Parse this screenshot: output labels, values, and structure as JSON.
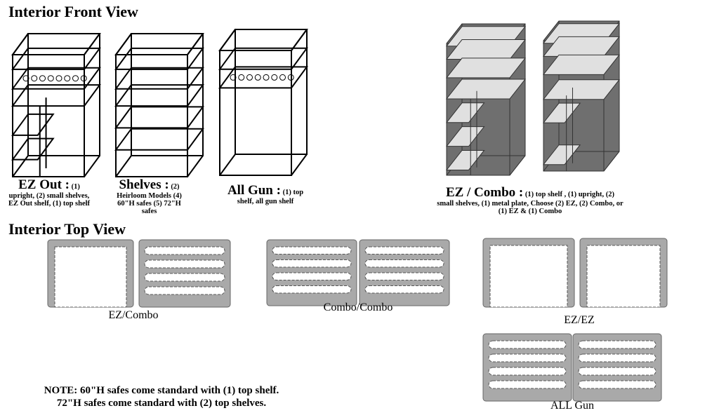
{
  "front_view_title": "Interior Front View",
  "top_view_title": "Interior Top View",
  "front_models": [
    {
      "name": "EZ Out :",
      "desc_first": "(1)",
      "desc": "upright, (2) small shelves, EZ Out shelf, (1) top shelf"
    },
    {
      "name": "Shelves :",
      "desc_first": "(2)",
      "desc": "Heirloom Models (4) 60\"H safes (5) 72\"H safes"
    },
    {
      "name": "All Gun :",
      "desc_first": "(1) top",
      "desc": "shelf, all gun shelf"
    },
    {
      "name": "EZ / Combo :",
      "desc_first": "(1) top shelf , (1) upright, (2)",
      "desc": "small shelves, (1) metal plate, Choose (2) EZ, (2) Combo, or (1) EZ & (1) Combo"
    }
  ],
  "top_views": [
    "EZ/Combo",
    "Combo/Combo",
    "EZ/EZ",
    "ALL Gun"
  ],
  "note_line1": "NOTE: 60\"H safes come standard with (1)  top shelf.",
  "note_line2": "72\"H safes come standard with (2) top shelves.",
  "colors": {
    "panel": "#a9a9a9",
    "dark_cabinet": "#6f6f6f",
    "light_shelf": "#e0e0e0"
  }
}
